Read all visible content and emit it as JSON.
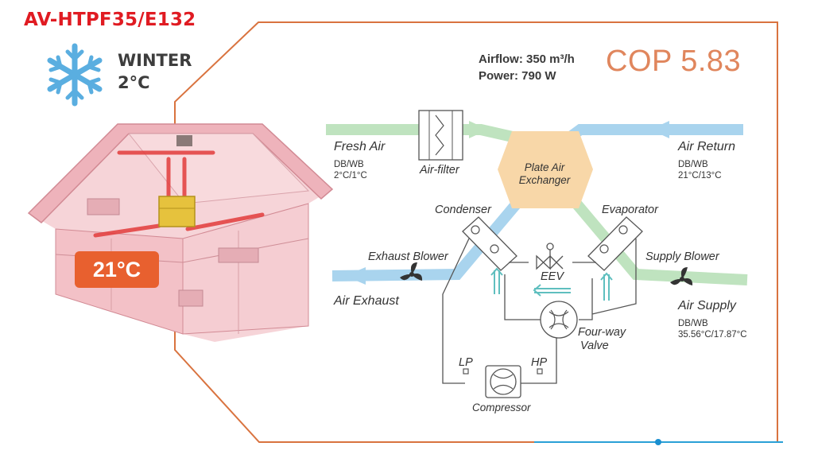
{
  "model": "AV-HTPF35/E132",
  "season": {
    "label": "WINTER",
    "outdoor_temp": "2°C",
    "icon": "snowflake-icon"
  },
  "indoor_temp": "21°C",
  "stats": {
    "airflow": "Airflow: 350 m³/h",
    "power": "Power: 790 W"
  },
  "cop": "COP 5.83",
  "streams": {
    "fresh_air": {
      "label": "Fresh Air",
      "unit": "DB/WB",
      "value": "2°C/1°C"
    },
    "air_return": {
      "label": "Air Return",
      "unit": "DB/WB",
      "value": "21°C/13°C"
    },
    "air_exhaust": {
      "label": "Air Exhaust"
    },
    "air_supply": {
      "label": "Air Supply",
      "unit": "DB/WB",
      "value": "35.56°C/17.87°C"
    }
  },
  "components": {
    "air_filter": "Air-filter",
    "exchanger_line1": "Plate Air",
    "exchanger_line2": "Exchanger",
    "condenser": "Condenser",
    "evaporator": "Evaporator",
    "exhaust_blower": "Exhaust Blower",
    "supply_blower": "Supply Blower",
    "eev": "EEV",
    "valve_line1": "Four-way",
    "valve_line2": "Valve",
    "lp": "LP",
    "hp": "HP",
    "compressor": "Compressor"
  },
  "colors": {
    "model_red": "#e01b22",
    "frame_orange": "#d9733f",
    "cop_orange": "#e0865d",
    "fresh_green": "#bfe3bf",
    "return_blue": "#a9d4ee",
    "exchanger": "#f8d7a8",
    "house_pink": "#f3c7cd",
    "snowflake_blue": "#5aaee0",
    "badge_orange": "#e8602f"
  }
}
